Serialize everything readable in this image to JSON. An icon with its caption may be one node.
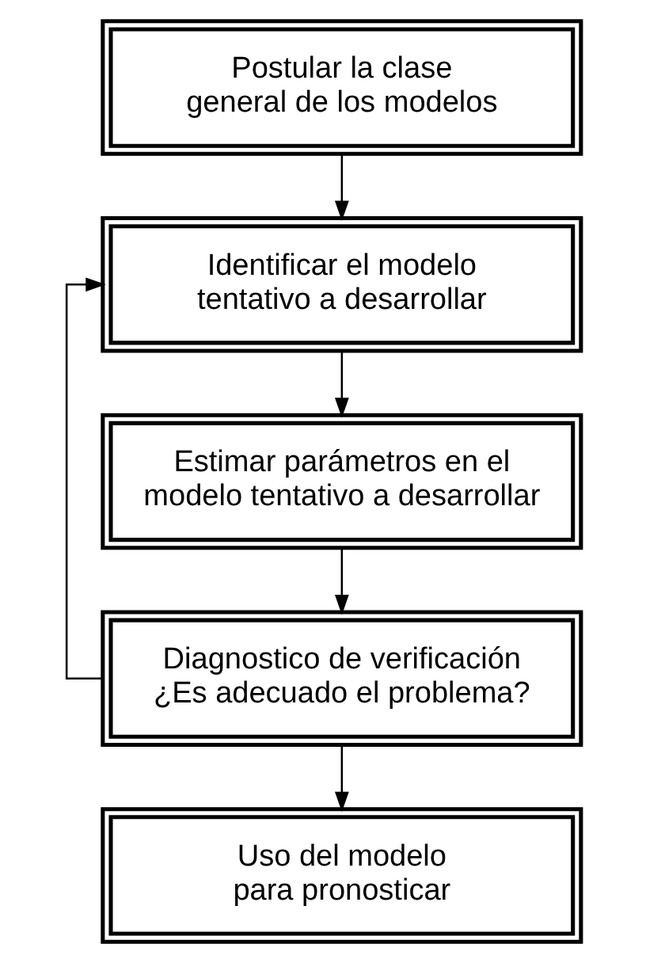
{
  "diagram": {
    "nodes": [
      {
        "text": [
          "Postular la clase general de los modelos"
        ]
      },
      {
        "text": [
          "Identificar el modelo tentativo a desarrollar"
        ]
      },
      {
        "text": [
          "Estimar parámetros en el modelo tentativo a desarrollar"
        ]
      },
      {
        "text": [
          "Diagnostico de verificación ¿Es adecuado el problema?"
        ]
      },
      {
        "text": [
          "Uso del modelo para pronosticar"
        ]
      }
    ],
    "edges": [
      {
        "from": 0,
        "to": 1,
        "arrow": "to"
      },
      {
        "from": 1,
        "to": 2,
        "arrow": "to"
      },
      {
        "from": 2,
        "to": 3,
        "arrow": "to"
      },
      {
        "from": 3,
        "to": 4,
        "arrow": "to"
      },
      {
        "from": 3,
        "to": 1,
        "arrow": "to"
      }
    ]
  }
}
